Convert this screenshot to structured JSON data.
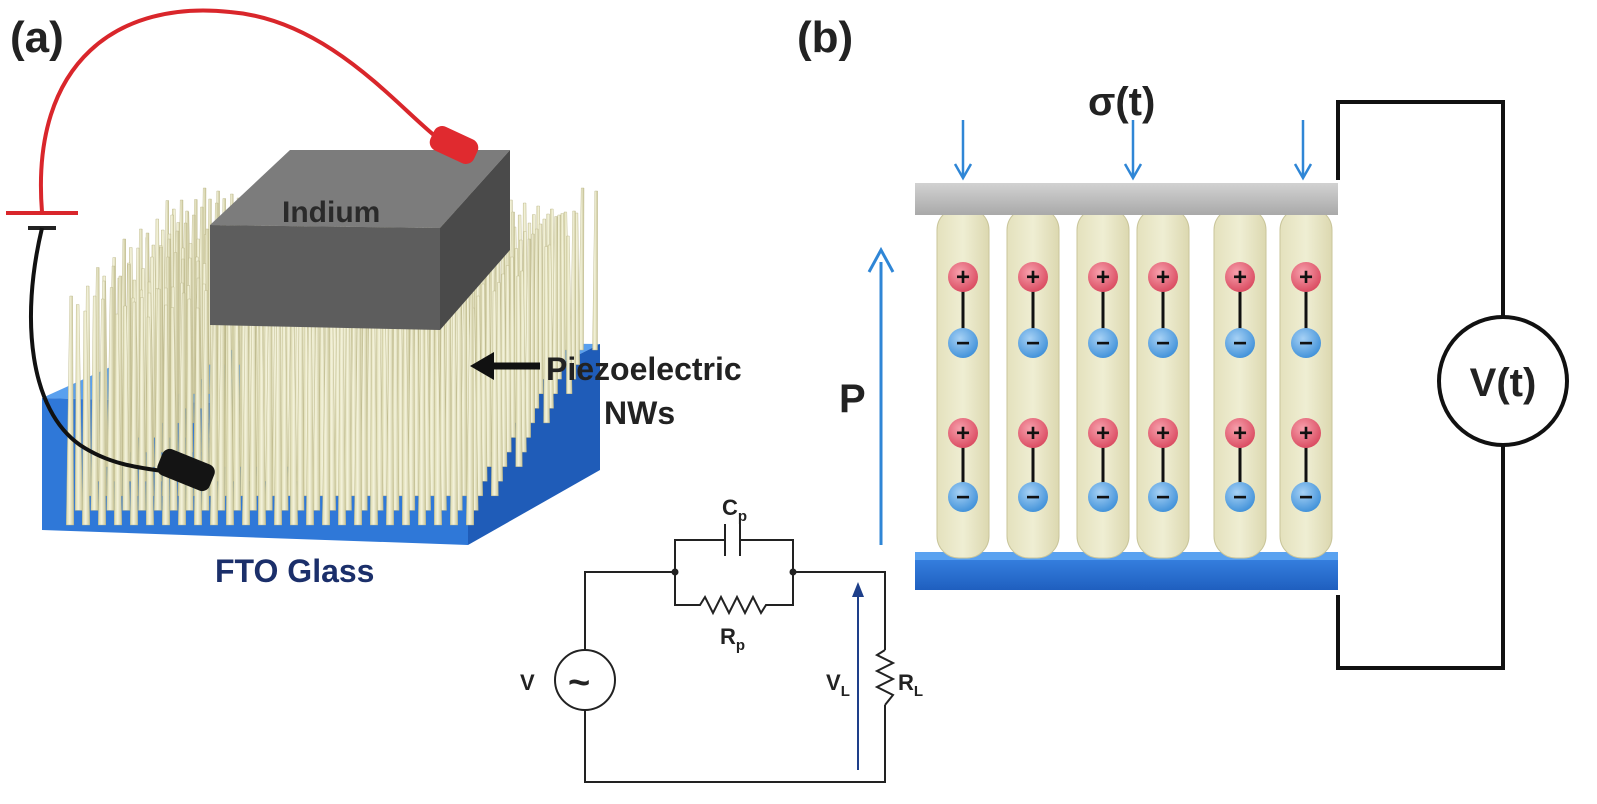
{
  "panel_a": {
    "label": "(a)",
    "indium_label": "Indium",
    "nanowires_label_line1": "Piezoelectric",
    "nanowires_label_line2": "NWs",
    "substrate_label": "FTO Glass"
  },
  "circuit": {
    "cp_main": "C",
    "cp_sub": "p",
    "rp_main": "R",
    "rp_sub": "p",
    "source_label": "V",
    "source_symbol": "~",
    "vl_main": "V",
    "vl_sub": "L",
    "rl_main": "R",
    "rl_sub": "L"
  },
  "panel_b": {
    "label": "(b)",
    "stress_label": "σ(t)",
    "polarization_label": "P",
    "voltage_label": "V(t)",
    "plus_sign": "+",
    "minus_sign": "−"
  },
  "colors": {
    "indium": "#6f6f6f",
    "substrate_blue": "#2f7fe0",
    "nanowire": "#e6e5c0",
    "wire_red": "#d9262b",
    "arrow_blue": "#2f86d6",
    "plus_charge": "#e8556a",
    "minus_charge": "#5aa4e6",
    "top_plate": "#bcbcbc"
  }
}
